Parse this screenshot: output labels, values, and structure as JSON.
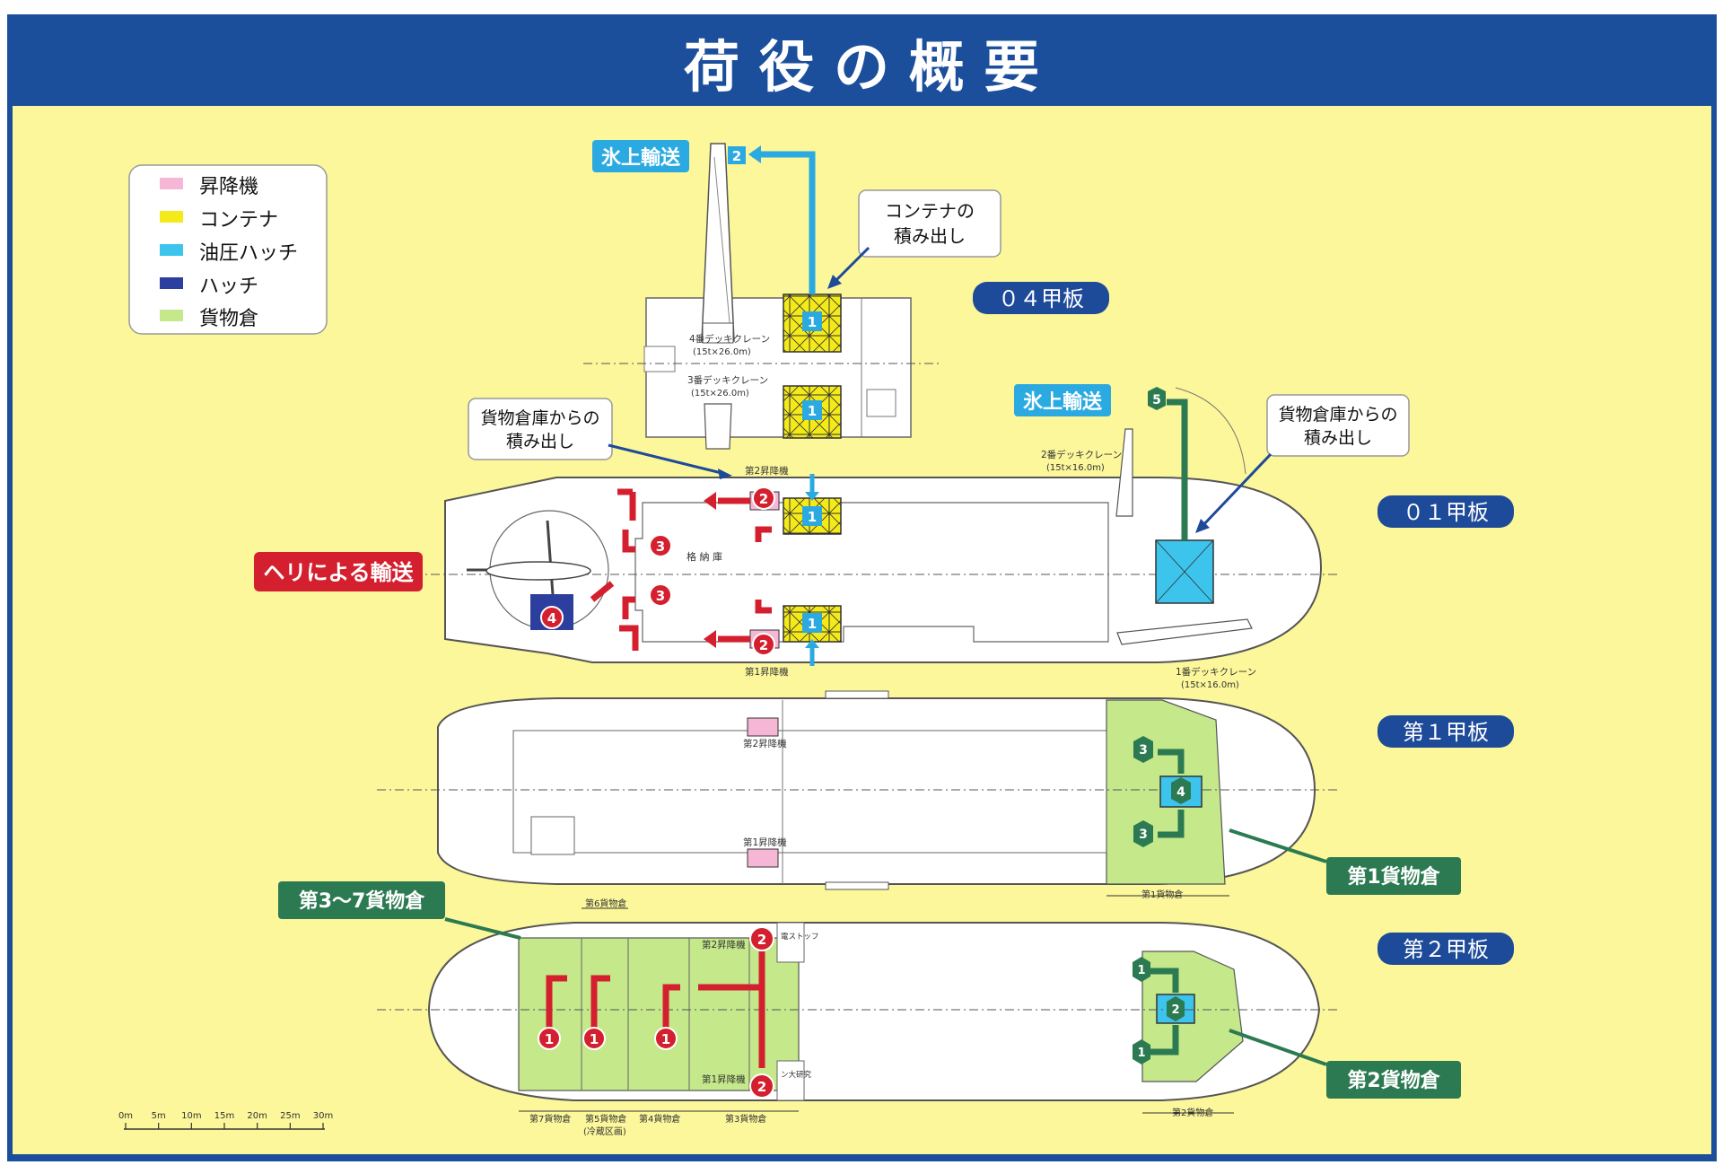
{
  "title": "荷 役 の 概 要",
  "legend": [
    {
      "label": "昇降機",
      "color": "#f6b6d6"
    },
    {
      "label": "コンテナ",
      "color": "#f4ea1a"
    },
    {
      "label": "油圧ハッチ",
      "color": "#3cc4ec"
    },
    {
      "label": "ハッチ",
      "color": "#2c3e9e"
    },
    {
      "label": "貨物倉",
      "color": "#c4e88a"
    }
  ],
  "colors": {
    "frame": "#1b4f9c",
    "panel": "#fbf79a",
    "red": "#d4202e",
    "green": "#2c7a52",
    "cyan": "#2baae2",
    "navy": "#1d4a99"
  },
  "labels": {
    "ice_transport_top": "氷上輸送",
    "ice_transport_right": "氷上輸送",
    "heli_transport": "ヘリによる輸送",
    "callout_container_1": "コンテナの",
    "callout_container_2": "積み出し",
    "callout_cargo_left_1": "貨物倉庫からの",
    "callout_cargo_left_2": "積み出し",
    "callout_cargo_right_1": "貨物倉庫からの",
    "callout_cargo_right_2": "積み出し",
    "hold_3_7": "第3〜7貨物倉",
    "hold_1": "第1貨物倉",
    "hold_2": "第2貨物倉"
  },
  "decks": {
    "d04": "０４甲板",
    "d01": "０１甲板",
    "d1": "第１甲板",
    "d2": "第２甲板"
  },
  "small_text": {
    "crane4_a": "4番デッキクレーン",
    "crane4_b": "(15t×26.0m)",
    "crane3_a": "3番デッキクレーン",
    "crane3_b": "(15t×26.0m)",
    "crane2_a": "2番デッキクレーン",
    "crane2_b": "(15t×16.0m)",
    "crane1_a": "1番デッキクレーン",
    "crane1_b": "(15t×16.0m)",
    "elev2_01": "第2昇降機",
    "elev1_01": "第1昇降機",
    "hangar": "格 納 庫",
    "elev2_d1": "第2昇降機",
    "elev1_d1": "第1昇降機",
    "hold1_dim": "第1貨物倉",
    "elev2_d2": "第2昇降機",
    "elev1_d2": "第1昇降機",
    "side_top": "第6貨物倉",
    "side_a": "第7貨物倉",
    "side_b": "第5貨物倉",
    "side_b2": "(冷蔵区画)",
    "side_c": "第4貨物倉",
    "side_d": "第3貨物倉",
    "hold2_dim": "第2貨物倉",
    "elec_a": "電ストッフ",
    "elec_b": "ン大研究"
  },
  "markers": {
    "n1": "1",
    "n2": "2",
    "n3": "3",
    "n4": "4",
    "n5": "5"
  },
  "scale_bar": [
    "0m",
    "5m",
    "10m",
    "15m",
    "20m",
    "25m",
    "30m"
  ]
}
